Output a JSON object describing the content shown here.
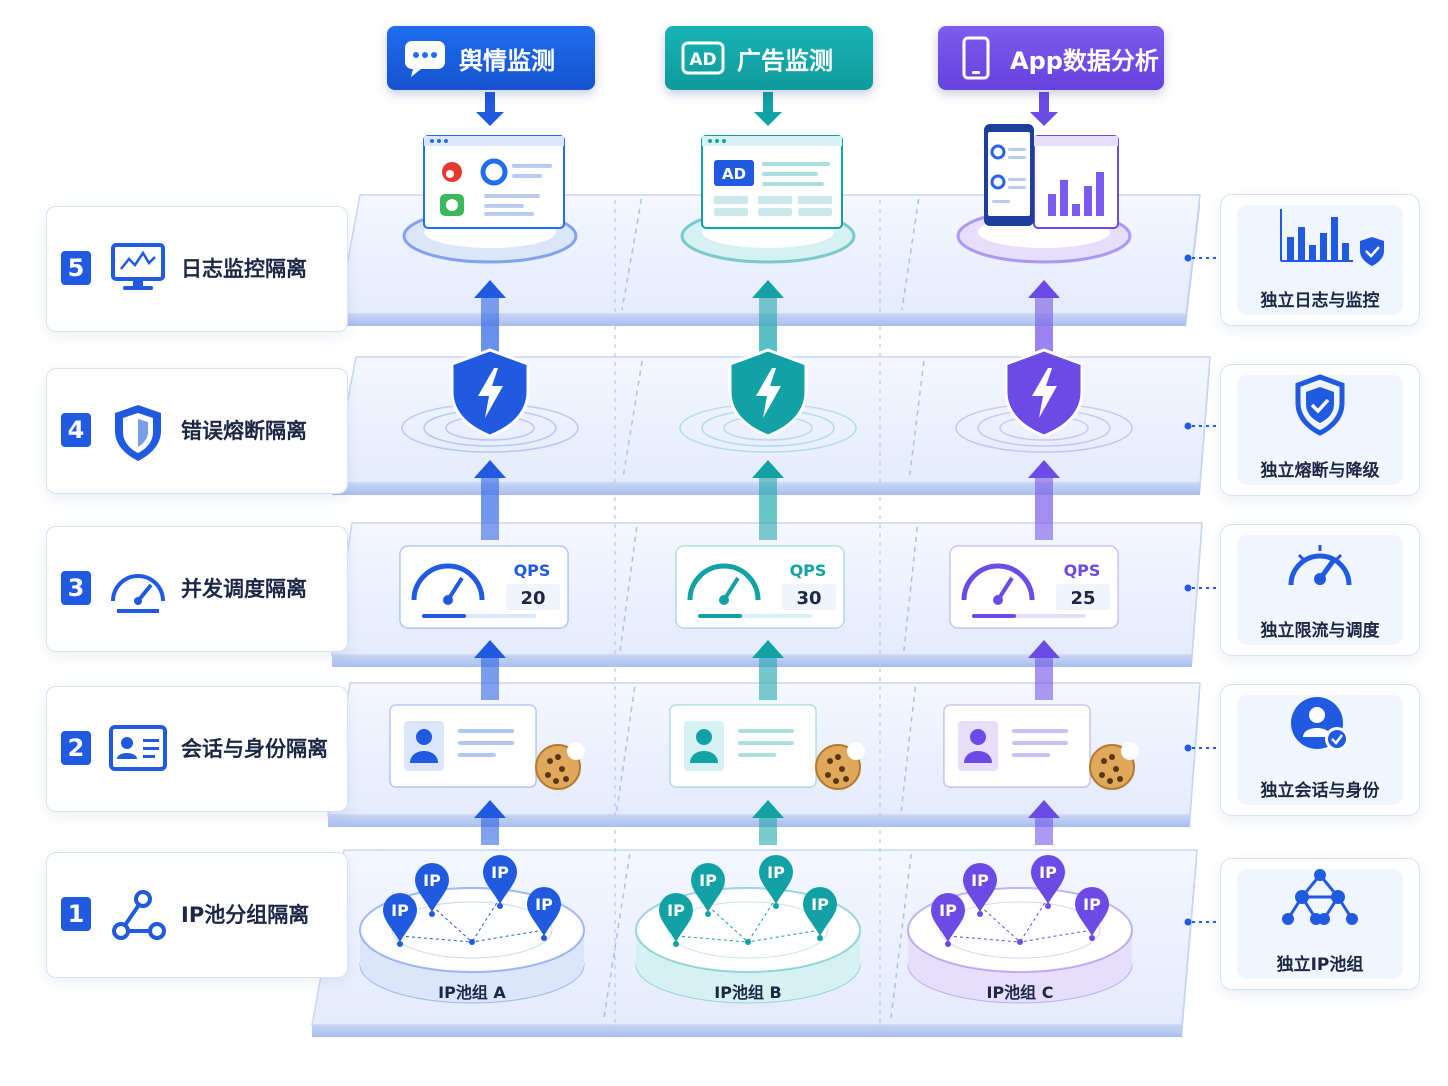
{
  "headers": [
    {
      "label": "舆情监测",
      "color": "#1f6df0",
      "icon": "chat-bubble-icon"
    },
    {
      "label": "广告监测",
      "color": "#15a8aa",
      "icon": "ad-badge-icon",
      "badge": "AD"
    },
    {
      "label": "App数据分析",
      "color": "#7350ea",
      "icon": "smartphone-icon"
    }
  ],
  "layers": [
    {
      "number": "5",
      "label": "日志监控隔离",
      "icon": "monitor-chart-icon",
      "right_label": "独立日志与监控",
      "right_icon": "bar-chart-shield-icon"
    },
    {
      "number": "4",
      "label": "错误熔断隔离",
      "icon": "shield-icon",
      "right_label": "独立熔断与降级",
      "right_icon": "shield-check-icon"
    },
    {
      "number": "3",
      "label": "并发调度隔离",
      "icon": "speedometer-icon",
      "right_label": "独立限流与调度",
      "right_icon": "speedometer-icon"
    },
    {
      "number": "2",
      "label": "会话与身份隔离",
      "icon": "id-card-icon",
      "right_label": "独立会话与身份",
      "right_icon": "user-check-icon"
    },
    {
      "number": "1",
      "label": "IP池分组隔离",
      "icon": "node-graph-icon",
      "right_label": "独立IP池组",
      "right_icon": "network-tree-icon"
    }
  ],
  "columns": [
    {
      "pool_label": "IP池组 A",
      "qps_label": "QPS",
      "qps_value": "20",
      "color": "#1f5ae0",
      "light": "#dce6fb"
    },
    {
      "pool_label": "IP池组 B",
      "qps_label": "QPS",
      "qps_value": "30",
      "color": "#12a2a6",
      "light": "#d6f1f2"
    },
    {
      "pool_label": "IP池组 C",
      "qps_label": "QPS",
      "qps_value": "25",
      "color": "#6b4ae6",
      "light": "#e6defb"
    }
  ],
  "ip_pin_label": "IP",
  "ad_screen_label": "AD"
}
